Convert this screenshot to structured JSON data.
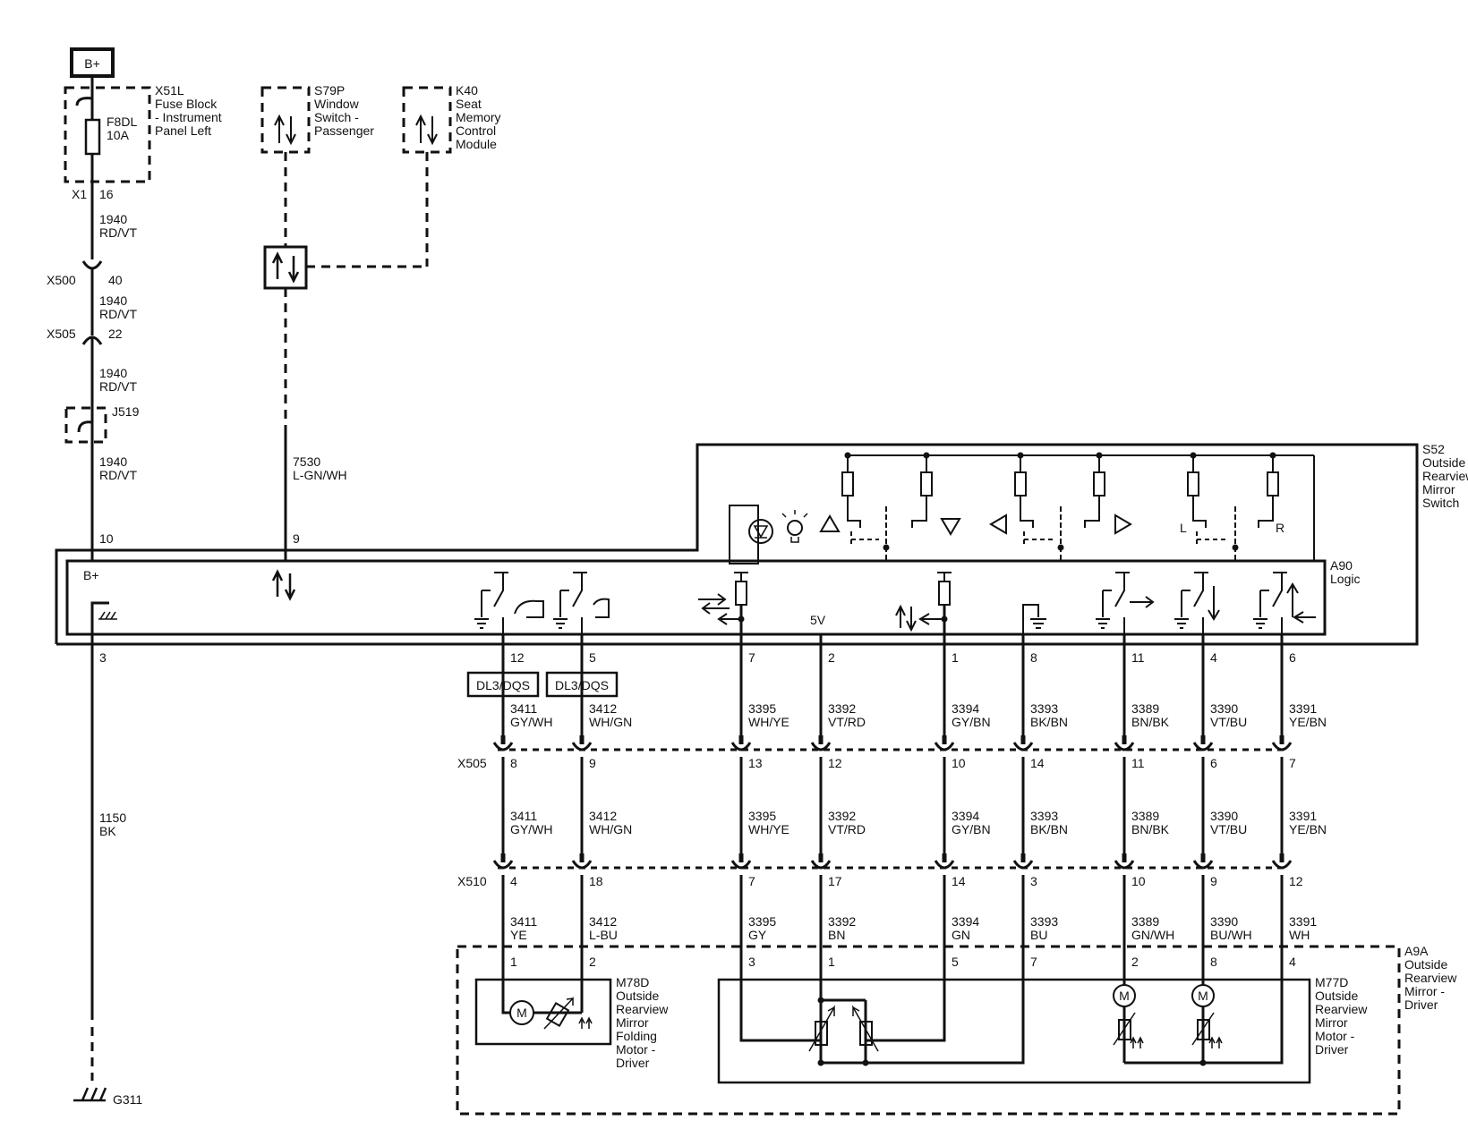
{
  "power": {
    "label": "B+"
  },
  "fuse_block": {
    "ref": "X51L",
    "name_1": "Fuse Block",
    "name_2": "- Instrument",
    "name_3": "Panel Left",
    "fuse": "F8DL",
    "rating": "10A",
    "conn": "X1",
    "pin": "16"
  },
  "window_switch": {
    "ref": "S79P",
    "name_1": "Window",
    "name_2": "Switch -",
    "name_3": "Passenger"
  },
  "seat_module": {
    "ref": "K40",
    "name_1": "Seat",
    "name_2": "Memory",
    "name_3": "Control",
    "name_4": "Module"
  },
  "feed": {
    "w1_circuit": "1940",
    "w1_color": "RD/VT",
    "x500_name": "X500",
    "x500_pin": "40",
    "w2_circuit": "1940",
    "w2_color": "RD/VT",
    "x505_name": "X505",
    "x505_pin": "22",
    "w3_circuit": "1940",
    "w3_color": "RD/VT",
    "splice": "J519",
    "w4_circuit": "1940",
    "w4_color": "RD/VT",
    "a90_pin": "10"
  },
  "window_wire": {
    "circuit": "7530",
    "color": "L-GN/WH",
    "pin": "9"
  },
  "switch": {
    "ref": "S52",
    "name_1": "Outside",
    "name_2": "Rearview",
    "name_3": "Mirror",
    "name_4": "Switch",
    "label_left": "L",
    "label_right": "R"
  },
  "logic": {
    "ref": "A90",
    "name": "Logic",
    "bplus": "B+",
    "five_v": "5V",
    "ground_pin": "3"
  },
  "ground": {
    "circuit": "1150",
    "color": "BK",
    "ref": "G311"
  },
  "data_tags": {
    "tag_a": "DL3/DQS",
    "tag_b": "DL3/DQS"
  },
  "conn_labels": {
    "x505": "X505",
    "x510": "X510"
  },
  "signals": [
    {
      "a90": "12",
      "c1": "3411",
      "k1": "GY/WH",
      "x505": "8",
      "c2": "3411",
      "k2": "GY/WH",
      "x510": "4",
      "c3": "3411",
      "k3": "YE",
      "a9a": "1"
    },
    {
      "a90": "5",
      "c1": "3412",
      "k1": "WH/GN",
      "x505": "9",
      "c2": "3412",
      "k2": "WH/GN",
      "x510": "18",
      "c3": "3412",
      "k3": "L-BU",
      "a9a": "2"
    },
    {
      "a90": "7",
      "c1": "3395",
      "k1": "WH/YE",
      "x505": "13",
      "c2": "3395",
      "k2": "WH/YE",
      "x510": "7",
      "c3": "3395",
      "k3": "GY",
      "a9a": "3"
    },
    {
      "a90": "2",
      "c1": "3392",
      "k1": "VT/RD",
      "x505": "12",
      "c2": "3392",
      "k2": "VT/RD",
      "x510": "17",
      "c3": "3392",
      "k3": "BN",
      "a9a": "1"
    },
    {
      "a90": "1",
      "c1": "3394",
      "k1": "GY/BN",
      "x505": "10",
      "c2": "3394",
      "k2": "GY/BN",
      "x510": "14",
      "c3": "3394",
      "k3": "GN",
      "a9a": "5"
    },
    {
      "a90": "8",
      "c1": "3393",
      "k1": "BK/BN",
      "x505": "14",
      "c2": "3393",
      "k2": "BK/BN",
      "x510": "3",
      "c3": "3393",
      "k3": "BU",
      "a9a": "7"
    },
    {
      "a90": "11",
      "c1": "3389",
      "k1": "BN/BK",
      "x505": "11",
      "c2": "3389",
      "k2": "BN/BK",
      "x510": "10",
      "c3": "3389",
      "k3": "GN/WH",
      "a9a": "2"
    },
    {
      "a90": "4",
      "c1": "3390",
      "k1": "VT/BU",
      "x505": "6",
      "c2": "3390",
      "k2": "VT/BU",
      "x510": "9",
      "c3": "3390",
      "k3": "BU/WH",
      "a9a": "8"
    },
    {
      "a90": "6",
      "c1": "3391",
      "k1": "YE/BN",
      "x505": "7",
      "c2": "3391",
      "k2": "YE/BN",
      "x510": "12",
      "c3": "3391",
      "k3": "WH",
      "a9a": "4"
    }
  ],
  "mirror_assembly": {
    "ref": "A9A",
    "name_1": "Outside",
    "name_2": "Rearview",
    "name_3": "Mirror -",
    "name_4": "Driver"
  },
  "fold_motor": {
    "ref": "M78D",
    "name_1": "Outside",
    "name_2": "Rearview",
    "name_3": "Mirror",
    "name_4": "Folding",
    "name_5": "Motor -",
    "name_6": "Driver",
    "motor": "M"
  },
  "mirror_motor": {
    "ref": "M77D",
    "name_1": "Outside",
    "name_2": "Rearview",
    "name_3": "Mirror",
    "name_4": "Motor -",
    "name_5": "Driver",
    "motor_a": "M",
    "motor_b": "M"
  }
}
